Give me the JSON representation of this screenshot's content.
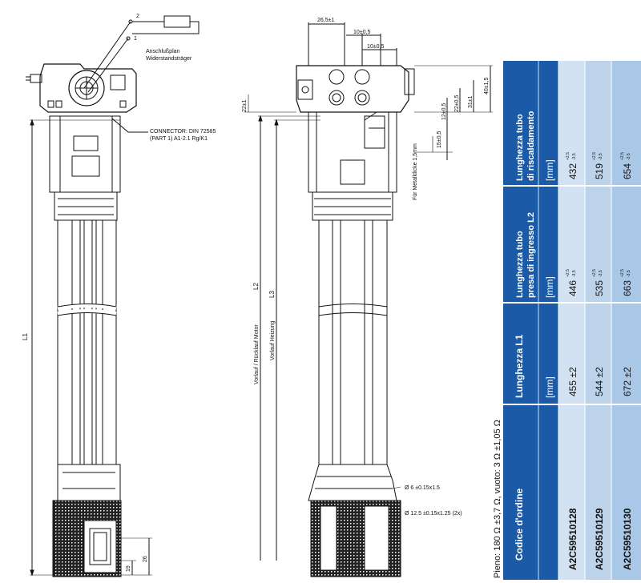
{
  "left_view": {
    "length_label": "L1",
    "connector_note_line1": "CONNECTOR: DIN 72585",
    "connector_note_line2": "(PART 1) A1-2.1 Rg/K1",
    "plan_label_line1": "Anschlußplan",
    "plan_label_line2": "Widerstandsträger",
    "pin_1": "1",
    "pin_2": "2",
    "dim_19": "19",
    "dim_26": "26"
  },
  "right_view": {
    "dim_26_5": "26,5±1",
    "dim_10a": "10±0,5",
    "dim_10b": "10±0,5",
    "dim_22": "22±1",
    "dim_40": "40±1,5",
    "dim_31": "31±1",
    "dim_22b": "22±0,5",
    "dim_12": "12±0,5",
    "dim_15": "15±0,5",
    "sheet_note": "Für Metalldicke 1,5mm",
    "L2_label": "L2",
    "L3_label": "L3",
    "L2_desc": "Vorlauf / Rücklauf Motor",
    "L3_desc": "Vorlauf Heizung",
    "diam_6": "Ø  6  ±0.15x1.5",
    "diam_12": "Ø  12.5  ±0.15x1.25  (2x)"
  },
  "table": {
    "resistance_note": "Pieno: 180 Ω ±3,7 Ω, vuoto: 3 Ω ±1,05 Ω",
    "headers": [
      {
        "title": "Codice d'ordine",
        "unit": ""
      },
      {
        "title": "Lunghezza L1",
        "unit": "[mm]"
      },
      {
        "title": "Lunghezza tubo presa di ingresso L2",
        "unit": "[mm]"
      },
      {
        "title": "Lunghezza tubo di riscaldamento",
        "unit": "[mm]"
      }
    ],
    "rows": [
      {
        "code": "A2C59510128",
        "l1": "455 ±2",
        "l2": "446",
        "l2_tol_up": "+2,5",
        "l2_tol_dn": "-3,5",
        "l3": "432",
        "l3_tol_up": "+2,5",
        "l3_tol_dn": "-3,5"
      },
      {
        "code": "A2C59510129",
        "l1": "544 ±2",
        "l2": "535",
        "l2_tol_up": "+2,5",
        "l2_tol_dn": "-3,5",
        "l3": "519",
        "l3_tol_up": "+2,5",
        "l3_tol_dn": "-3,5"
      },
      {
        "code": "A2C59510130",
        "l1": "672 ±2",
        "l2": "663",
        "l2_tol_up": "+2,5",
        "l2_tol_dn": "-3,5",
        "l3": "654",
        "l3_tol_up": "+2,5",
        "l3_tol_dn": "-3,5"
      }
    ],
    "colors": {
      "header_bg": "#1a5aa6",
      "row_odd": "#d3e2f2",
      "row_even": "#b6cfe9",
      "text": "#111111",
      "header_text": "#ffffff"
    }
  }
}
